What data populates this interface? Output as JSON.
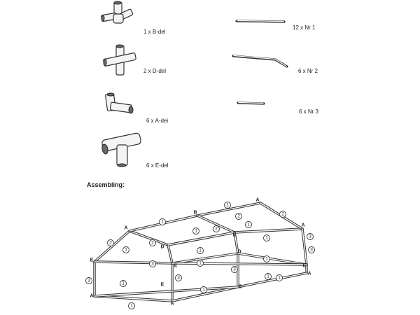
{
  "parts": {
    "b_del": "1 x B-del",
    "d_del": "2 x D-del",
    "a_del": "6 x A-dei",
    "e_del": "6 x E-del",
    "nr1": "12 x Nr 1",
    "nr2": "6 x Nr 2",
    "nr3": "6 x Nr 3"
  },
  "assembly": {
    "heading": "Assembling:",
    "connector_letters": {
      "A": "A",
      "B": "B",
      "D": "D",
      "E": "E"
    },
    "tube_numbers": {
      "one": "1",
      "two": "2",
      "three": "3"
    }
  }
}
